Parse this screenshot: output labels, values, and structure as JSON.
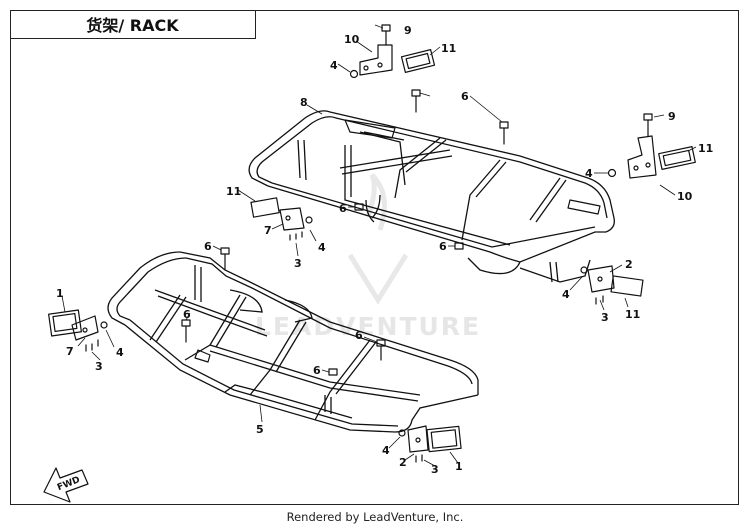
{
  "title": "货架/ RACK",
  "footer": "Rendered by LeadVenture, Inc.",
  "watermark": "LEADVENTURE",
  "fwd_label": "FWD",
  "callouts": [
    {
      "id": "c9a",
      "label": "9"
    },
    {
      "id": "c10a",
      "label": "10"
    },
    {
      "id": "c11a",
      "label": "11"
    },
    {
      "id": "c4a",
      "label": "4"
    },
    {
      "id": "c8",
      "label": "8"
    },
    {
      "id": "c6a",
      "label": "6"
    },
    {
      "id": "c9b",
      "label": "9"
    },
    {
      "id": "c11b",
      "label": "11"
    },
    {
      "id": "c4b",
      "label": "4"
    },
    {
      "id": "c10b",
      "label": "10"
    },
    {
      "id": "c11c",
      "label": "11"
    },
    {
      "id": "c6b",
      "label": "6"
    },
    {
      "id": "c7a",
      "label": "7"
    },
    {
      "id": "c4c",
      "label": "4"
    },
    {
      "id": "c3a",
      "label": "3"
    },
    {
      "id": "c6c",
      "label": "6"
    },
    {
      "id": "c6d",
      "label": "6"
    },
    {
      "id": "c2a",
      "label": "2"
    },
    {
      "id": "c4d",
      "label": "4"
    },
    {
      "id": "c3b",
      "label": "3"
    },
    {
      "id": "c11d",
      "label": "11"
    },
    {
      "id": "c1a",
      "label": "1"
    },
    {
      "id": "c7b",
      "label": "7"
    },
    {
      "id": "c4e",
      "label": "4"
    },
    {
      "id": "c3c",
      "label": "3"
    },
    {
      "id": "c6e",
      "label": "6"
    },
    {
      "id": "c6f",
      "label": "6"
    },
    {
      "id": "c6g",
      "label": "6"
    },
    {
      "id": "c5",
      "label": "5"
    },
    {
      "id": "c4f",
      "label": "4"
    },
    {
      "id": "c2b",
      "label": "2"
    },
    {
      "id": "c3d",
      "label": "3"
    },
    {
      "id": "c1b",
      "label": "1"
    }
  ]
}
